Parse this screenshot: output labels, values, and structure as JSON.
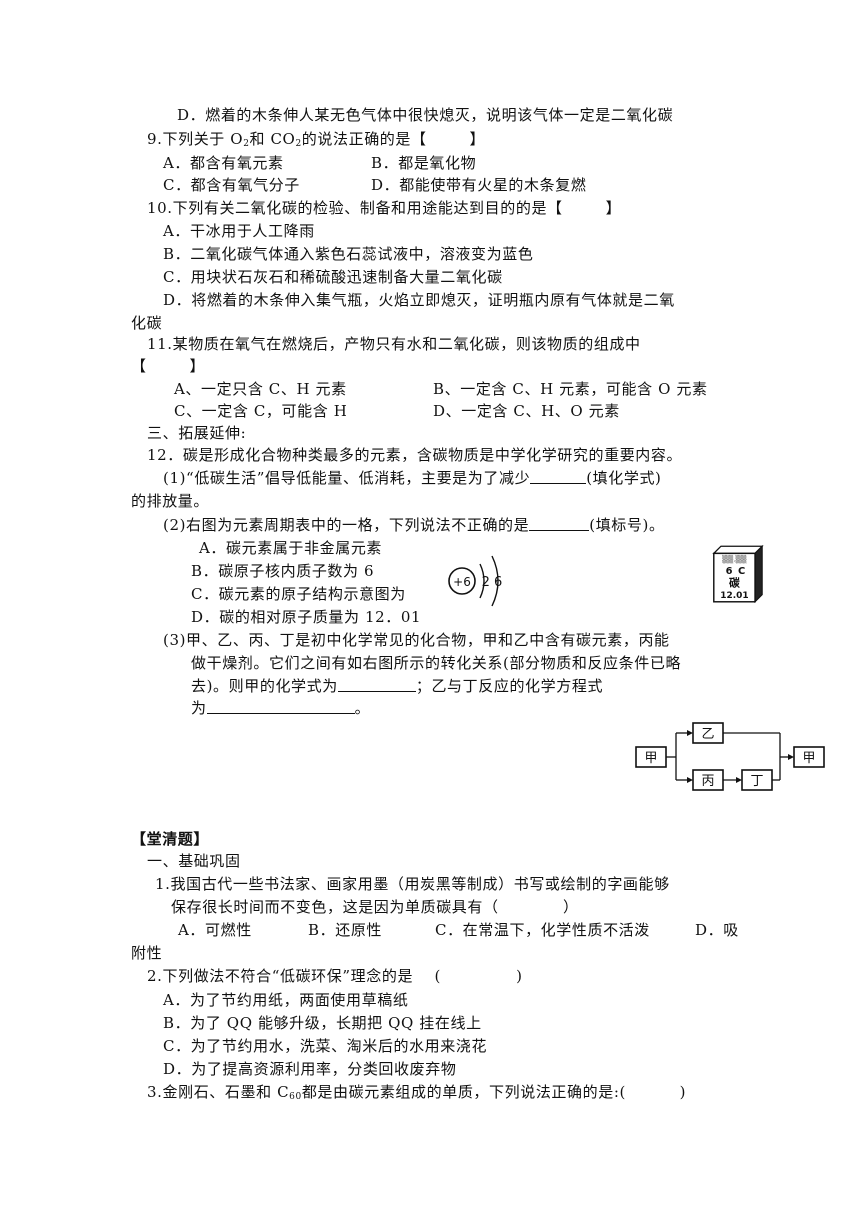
{
  "q8": {
    "d": "D．燃着的木条伸人某无色气体中很快熄灭，说明该气体一定是二氧化碳"
  },
  "q9": {
    "stem_a": "9.下列关于 O",
    "sub1": "2",
    "stem_b": "和 CO",
    "sub2": "2",
    "stem_c": "的说法正确的是【        】",
    "a": "A．都含有氧元素",
    "b": "B．都是氧化物",
    "c": "C．都含有氧气分子",
    "d": "D．都能使带有火星的木条复燃"
  },
  "q10": {
    "stem": "10.下列有关二氧化碳的检验、制备和用途能达到目的的是【        】",
    "a": "A．干冰用于人工降雨",
    "b": "B．二氧化碳气体通入紫色石蕊试液中，溶液变为蓝色",
    "c": "C．用块状石灰石和稀硫酸迅速制备大量二氧化碳",
    "d1": "D．将燃着的木条伸入集气瓶，火焰立即熄灭，证明瓶内原有气体就是二氧",
    "d2": "化碳"
  },
  "q11": {
    "stem": "11.某物质在氧气在燃烧后，产物只有水和二氧化碳，则该物质的组成中",
    "bracket": "【        】",
    "a": "A、一定只含 C、H 元素",
    "b": "B、一定含 C、H 元素，可能含 O 元素",
    "c": "C、一定含 C，可能含 H",
    "d": "D、一定含 C、H、O 元素"
  },
  "section3": {
    "title": "三、拓展延伸:"
  },
  "q12": {
    "stem": "12．碳是形成化合物种类最多的元素，含碳物质是中学化学研究的重要内容。",
    "p1a": "(1)“低碳生活”倡导低能量、低消耗，主要是为了减少",
    "p1b": "(填化学式)",
    "p1c": "的排放量。",
    "p2a": "(2)右图为元素周期表中的一格，下列说法不正确的是",
    "p2b": "(填标号)。",
    "opt_a": "A．碳元素属于非金属元素",
    "opt_b": "B．碳原子核内质子数为 6",
    "opt_c": "C．碳元素的原子结构示意图为",
    "opt_d": "D．碳的相对原子质量为 12．01",
    "atom": {
      "nucleus": "+6",
      "shells": "2 6"
    },
    "tile": {
      "top": "▒▒.▒▒",
      "number": "6",
      "symbol": "C",
      "name": "碳",
      "mass": "12.01"
    },
    "p3a": "(3)甲、乙、丙、丁是初中化学常见的化合物，甲和乙中含有碳元素，丙能",
    "p3b": "做干燥剂。它们之间有如右图所示的转化关系(部分物质和反应条件已略",
    "p3c": "去)。则甲的化学式为",
    "p3d": "；乙与丁反应的化学方程式",
    "p3e": "为",
    "p3f": "。",
    "flow": {
      "n1": "甲",
      "n2": "乙",
      "n3": "丙",
      "n4": "丁",
      "n5": "甲"
    }
  },
  "clear": {
    "title": "【堂清题】",
    "sub": "一、基础巩固",
    "q1a": "1.我国古代一些书法家、画家用墨（用炭黑等制成）书写或绘制的字画能够",
    "q1b": "保存很长时间而不变色，这是因为单质碳具有（            ）",
    "q1_a": "A．可燃性",
    "q1_b": "B．还原性",
    "q1_c": "C．在常温下，化学性质不活泼",
    "q1_d": "D．吸",
    "q1_d2": "附性",
    "q2": "2.下列做法不符合“低碳环保”理念的是    (              )",
    "q2_a": "A．为了节约用纸，两面使用草稿纸",
    "q2_b": "B．为了 QQ 能够升级，长期把 QQ 挂在线上",
    "q2_c": "C．为了节约用水，洗菜、淘米后的水用来浇花",
    "q2_d": "D．为了提高资源利用率，分类回收废弃物",
    "q3a": "3.金刚石、石墨和 C",
    "q3sub": "60",
    "q3b": "都是由碳元素组成的单质，下列说法正确的是:(          )"
  }
}
